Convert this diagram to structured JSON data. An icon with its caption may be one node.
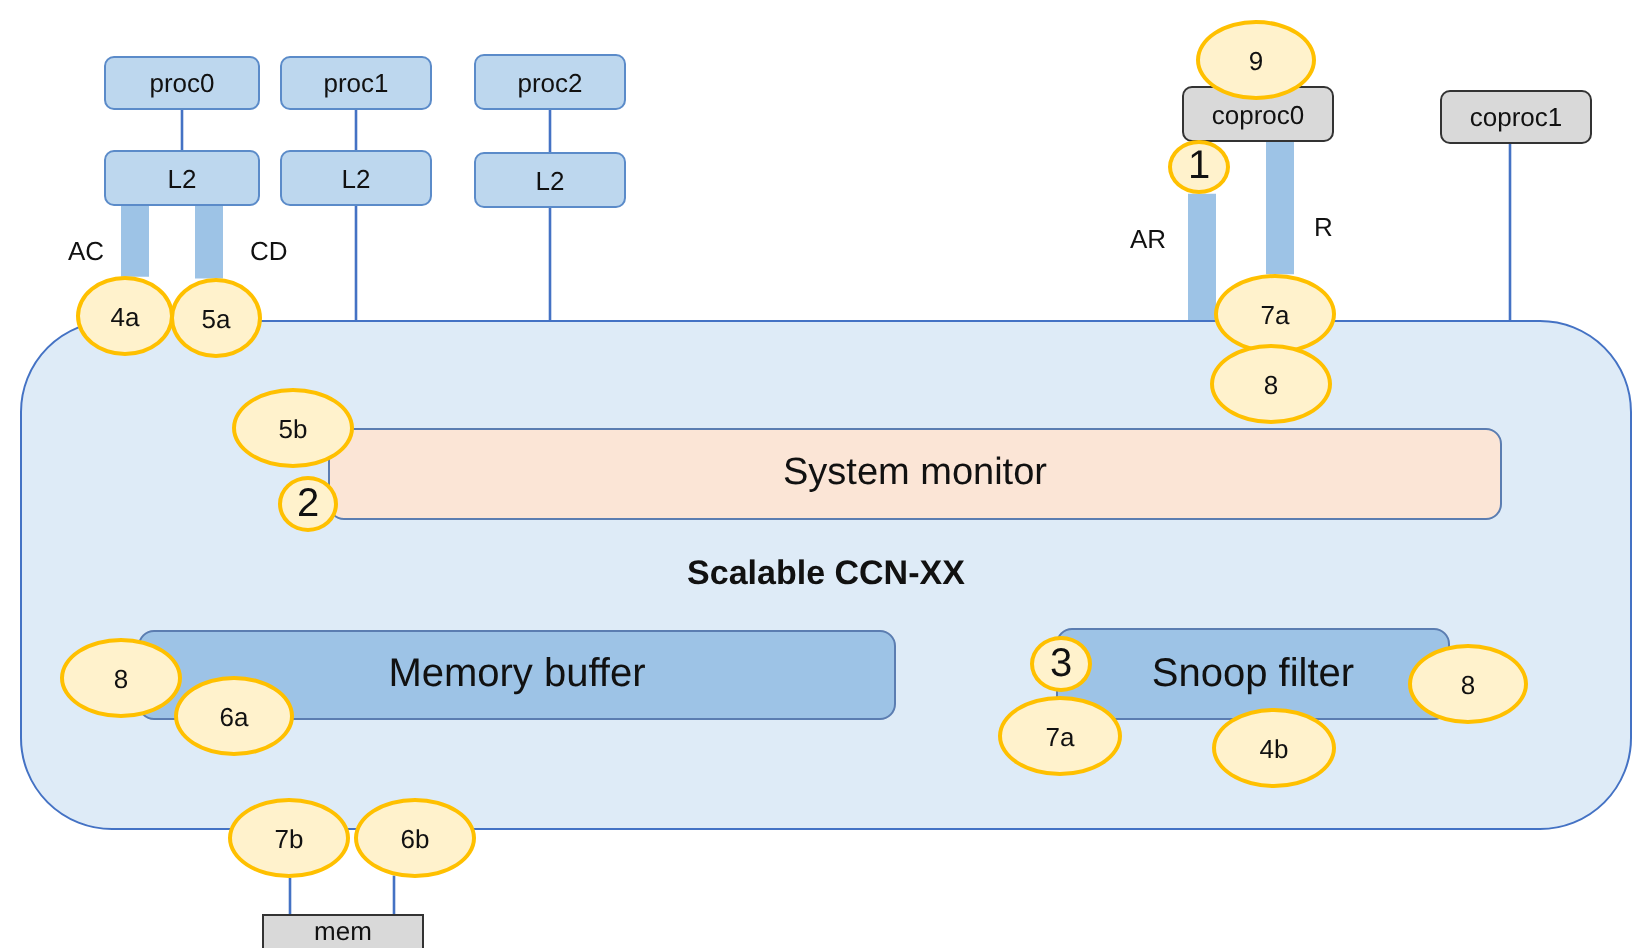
{
  "diagram": {
    "nodes": [
      {
        "text": [
          "proc0"
        ]
      },
      {
        "text": [
          "proc1"
        ]
      },
      {
        "text": [
          "proc2"
        ]
      },
      {
        "text": [
          "9"
        ]
      },
      {
        "text": [
          "coproc0"
        ]
      },
      {
        "text": [
          "coproc1"
        ]
      },
      {
        "text": [
          "L2"
        ]
      },
      {
        "text": [
          "L2"
        ]
      },
      {
        "text": [
          "L2"
        ]
      },
      {
        "text": [
          "1"
        ]
      },
      {
        "text": [
          "4a"
        ]
      },
      {
        "text": [
          "5a"
        ]
      },
      {
        "text": [
          "7a"
        ]
      },
      {
        "text": [
          "Scalable CCN-XX"
        ]
      },
      {
        "text": [
          "8"
        ],
        "in": 13
      },
      {
        "text": [
          "5b"
        ],
        "in": 13
      },
      {
        "text": [
          "System monitor"
        ],
        "in": 13
      },
      {
        "text": [
          "2"
        ],
        "in": 13
      },
      {
        "text": [
          "Memory buffer"
        ],
        "in": 13
      },
      {
        "text": [
          "Snoop filter"
        ],
        "in": 13
      },
      {
        "text": [
          "8"
        ],
        "in": 13
      },
      {
        "text": [
          "3"
        ],
        "in": 13
      },
      {
        "text": [
          "8"
        ],
        "in": 13
      },
      {
        "text": [
          "6a"
        ],
        "in": 13
      },
      {
        "text": [
          "7a"
        ],
        "in": 13
      },
      {
        "text": [
          "4b"
        ],
        "in": 13
      },
      {
        "text": [
          "7b"
        ]
      },
      {
        "text": [
          "6b"
        ]
      },
      {
        "text": [
          "mem"
        ]
      }
    ],
    "edges": [
      {
        "from": 0,
        "to": 6,
        "arrow": "none"
      },
      {
        "from": 1,
        "to": 7,
        "arrow": "none"
      },
      {
        "from": 2,
        "to": 8,
        "arrow": "none"
      },
      {
        "from": 6,
        "to": 10,
        "arrow": "none",
        "label": "AC",
        "style": "thick",
        "color": "#9dc3e6"
      },
      {
        "from": 6,
        "to": 11,
        "arrow": "none",
        "label": "CD",
        "style": "thick",
        "color": "#9dc3e6"
      },
      {
        "from": 7,
        "to": 13,
        "arrow": "none"
      },
      {
        "from": 8,
        "to": 13,
        "arrow": "none"
      },
      {
        "from": 9,
        "to": 13,
        "arrow": "none",
        "label": "AR",
        "style": "thick",
        "color": "#9dc3e6"
      },
      {
        "from": 4,
        "to": 12,
        "arrow": "none",
        "label": "R",
        "style": "thick",
        "color": "#9dc3e6"
      },
      {
        "from": 5,
        "to": 13,
        "arrow": "none"
      },
      {
        "from": 28,
        "to": 26,
        "arrow": "none"
      },
      {
        "from": 28,
        "to": 27,
        "arrow": "none"
      }
    ]
  }
}
